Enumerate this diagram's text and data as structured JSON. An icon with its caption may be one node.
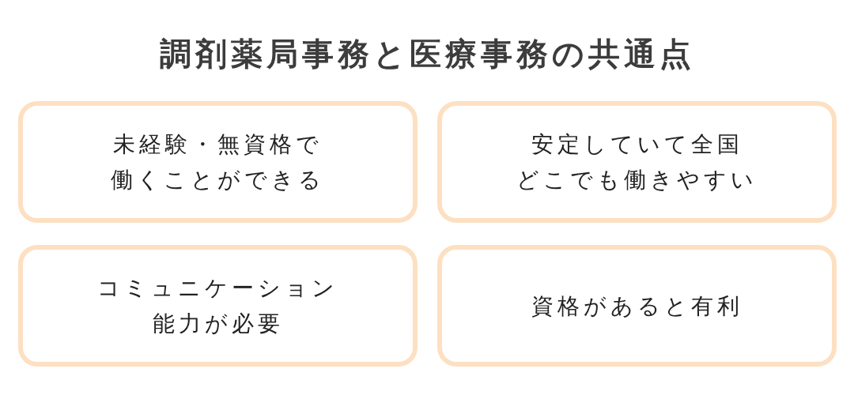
{
  "diagram": {
    "title": "調剤薬局事務と医療事務の共通点",
    "nodes": [
      {
        "text": [
          "未経験・無資格で働くことができる"
        ]
      },
      {
        "text": [
          "安定していて全国どこでも働きやすい"
        ]
      },
      {
        "text": [
          "コミュニケーション能力が必要"
        ]
      },
      {
        "text": [
          "資格があると有利"
        ]
      }
    ]
  }
}
